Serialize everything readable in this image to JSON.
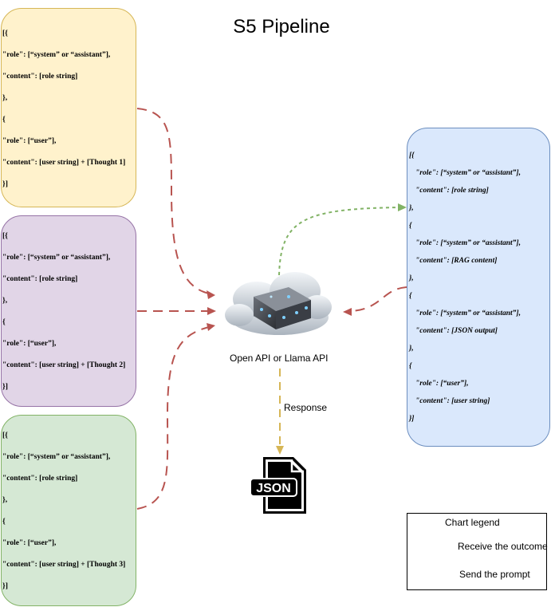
{
  "title": "S5 Pipeline",
  "box1": [
    "[{",
    "\"role\": [“system” or “assistant”],",
    "\"content\": [role string]",
    "},",
    "{",
    "\"role\": [“user”],",
    "\"content\": [user string] + [Thought 1]",
    "}]"
  ],
  "box2": [
    "[{",
    "\"role\": [“system” or “assistant”],",
    "\"content\": [role string]",
    "},",
    "{",
    "\"role\": [“user”],",
    "\"content\": [user string] + [Thought 2]",
    "}]"
  ],
  "box3": [
    "[{",
    "\"role\": [“system” or “assistant”],",
    "\"content\": [role string]",
    "},",
    "{",
    "\"role\": [“user”],",
    "\"content\": [user string] + [Thought 3]",
    "}]"
  ],
  "box4": [
    "[{",
    "\"role\": [“system” or “assistant”],",
    "\"content\": [role string]",
    "},",
    "{",
    "\"role\": [“system” or “assistant”],",
    "\"content\": [RAG content]",
    "},",
    "{",
    "\"role\": [“system” or “assistant”],",
    "\"content\": [JSON output]",
    "},",
    "{",
    "\"role\": [“user”],",
    "\"content\": [user string]",
    "}]"
  ],
  "api_label": "Open API or Llama API",
  "response_label": "Response",
  "json_icon_text": "JSON",
  "legend": {
    "title": "Chart legend",
    "receive": "Receive the outcome",
    "send": "Send the prompt"
  },
  "colors": {
    "send": "#b85450",
    "receive": "#82b366",
    "response": "#d6b656"
  }
}
